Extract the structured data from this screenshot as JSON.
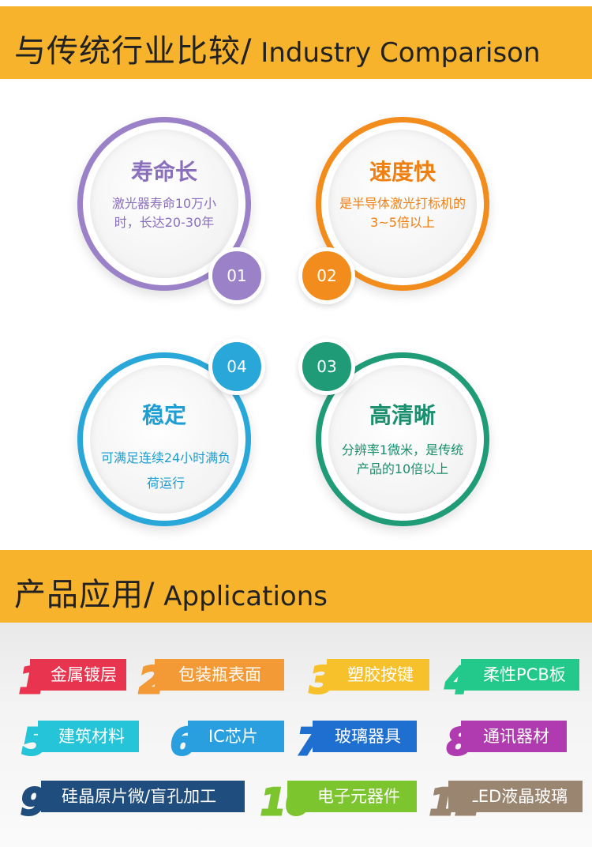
{
  "section1": {
    "title_cn": "与传统行业比较/",
    "title_en": " Industry Comparison"
  },
  "circles": [
    {
      "num": "01",
      "head": "寿命长",
      "body": "激光器寿命10万小时，长达20-30年",
      "color": "#9b82c8"
    },
    {
      "num": "02",
      "head": "速度快",
      "body": "是半导体激光打标机的3~5倍以上",
      "color": "#f28c1c"
    },
    {
      "num": "03",
      "head": "高清晰",
      "body": "分辨率1微米，是传统产品的10倍以上",
      "color": "#1f9b77"
    },
    {
      "num": "04",
      "head": "稳定",
      "body": "可满足连续24小时满负荷运行",
      "color": "#2aa7d9"
    }
  ],
  "section2": {
    "title_cn": "产品应用/",
    "title_en": " Applications"
  },
  "apps": [
    {
      "num": "1",
      "label": "金属镀层",
      "color": "#e8344e"
    },
    {
      "num": "2",
      "label": "包装瓶表面",
      "color": "#f39a36"
    },
    {
      "num": "3",
      "label": "塑胶按键",
      "color": "#f6c12b"
    },
    {
      "num": "4",
      "label": "柔性PCB板",
      "color": "#22c98a"
    },
    {
      "num": "5",
      "label": "建筑材料",
      "color": "#25c4d8"
    },
    {
      "num": "6",
      "label": "IC芯片",
      "color": "#2a9fe0"
    },
    {
      "num": "7",
      "label": "玻璃器具",
      "color": "#1f6fd1"
    },
    {
      "num": "8",
      "label": "通讯器材",
      "color": "#b03bb0"
    },
    {
      "num": "9",
      "label": "硅晶原片微/盲孔加工",
      "color": "#1f4d7e"
    },
    {
      "num": "10",
      "label": "电子元器件",
      "color": "#7cc52e"
    },
    {
      "num": "11",
      "label": "LED液晶玻璃",
      "color": "#9a8570"
    }
  ]
}
